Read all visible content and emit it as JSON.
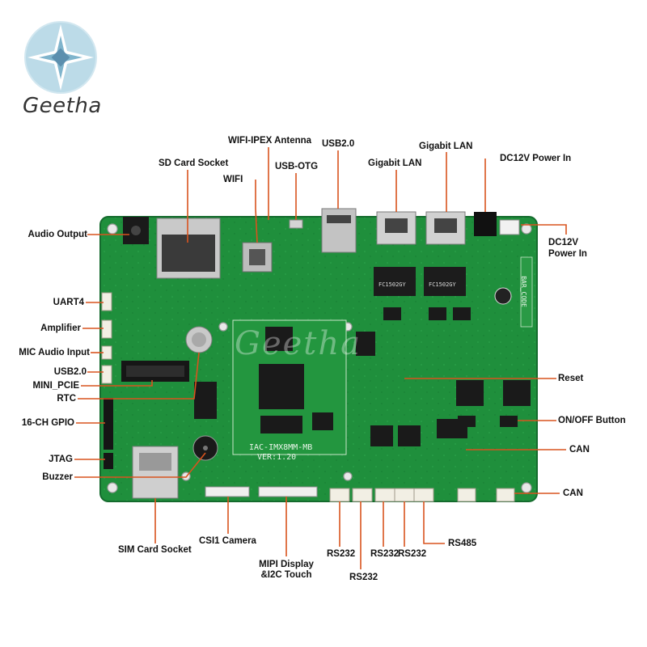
{
  "brand": {
    "name": "Geetha"
  },
  "board": {
    "silkscreen_model": "IAC-IMX8MM-MB",
    "silkscreen_version": "VER:1.20",
    "bar_code_label": "BAR_CODE",
    "chip_labels": [
      "FC1502GY",
      "FC1502GY"
    ],
    "watermark": "Geetha"
  },
  "labels": {
    "audio_output": "Audio Output",
    "sd_card_socket": "SD Card Socket",
    "wifi": "WIFI",
    "wifi_ipex_antenna": "WIFI-IPEX Antenna",
    "usb_otg": "USB-OTG",
    "usb20_top": "USB2.0",
    "gigabit_lan_1": "Gigabit LAN",
    "gigabit_lan_2": "Gigabit LAN",
    "dc12v_power_in_top": "DC12V Power In",
    "dc12v_power_in_right_1": "DC12V",
    "dc12v_power_in_right_2": "Power In",
    "uart4": "UART4",
    "amplifier": "Amplifier",
    "mic_audio_input": "MIC Audio Input",
    "usb20_left": "USB2.0",
    "mini_pcie": "MINI_PCIE",
    "rtc": "RTC",
    "gpio_16ch": "16-CH GPIO",
    "jtag": "JTAG",
    "buzzer": "Buzzer",
    "reset": "Reset",
    "onoff_button": "ON/OFF Button",
    "can_1": "CAN",
    "can_2": "CAN",
    "sim_card_socket": "SIM Card Socket",
    "csi1_camera": "CSI1 Camera",
    "mipi_display_1": "MIPI Display",
    "mipi_display_2": "&I2C Touch",
    "rs232_1": "RS232",
    "rs232_2": "RS232",
    "rs232_3": "RS232",
    "rs232_4": "RS232",
    "rs485": "RS485"
  },
  "colors": {
    "pcb": "#1f8f3c",
    "pcb_dark": "#167030",
    "leader": "#d9531e",
    "logo_blue": "#a9cfe0",
    "connector_white": "#f2efe4"
  }
}
